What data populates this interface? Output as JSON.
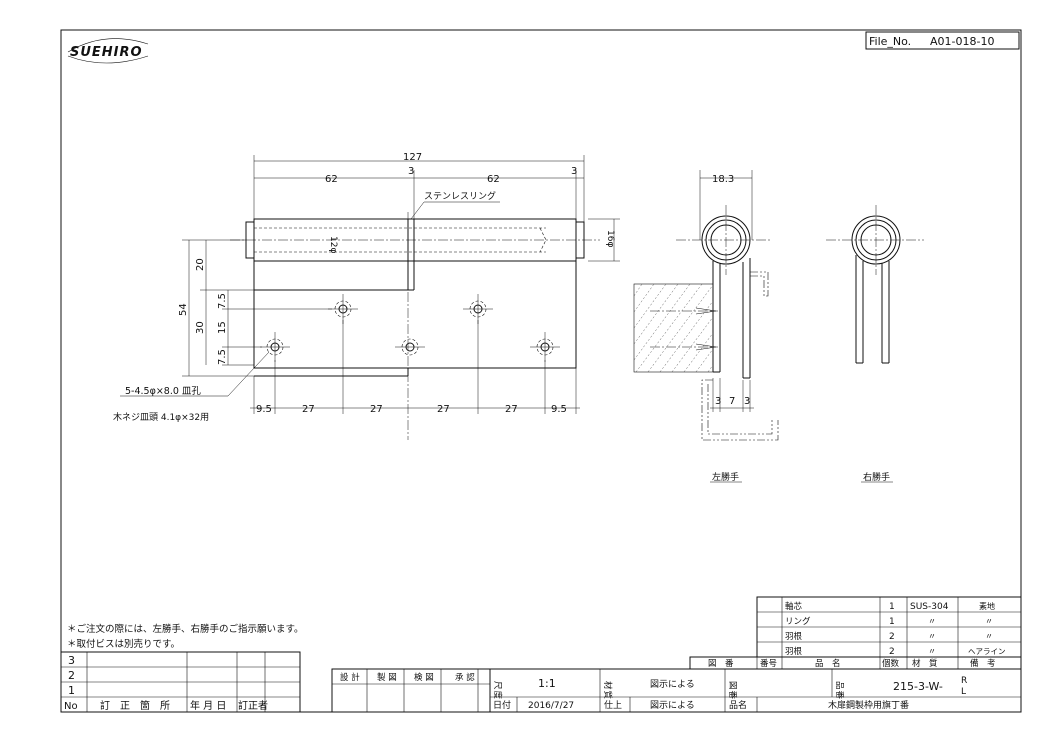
{
  "header": {
    "logo": "SUEHIRO",
    "file_label": "File_No.",
    "file_no": "A01-018-10"
  },
  "drawing": {
    "ring_note": "ステンレスリング",
    "dims": {
      "total": "127",
      "left": "62",
      "gap1": "3",
      "right": "62",
      "gap2": "3",
      "h20": "20",
      "h54": "54",
      "h30": "30",
      "h15": "15",
      "h7a": "7.5",
      "h7b": "7.5",
      "dia12": "12φ",
      "dia16": "16φ",
      "p95a": "9.5",
      "p27a": "27",
      "p27b": "27",
      "p27c": "27",
      "p27d": "27",
      "p95b": "9.5",
      "side_w": "18.3",
      "s3a": "3",
      "s7": "7",
      "s3b": "3"
    },
    "hole_note1": "5-4.5φ×8.0 皿孔",
    "hole_note2": "木ネジ皿頭 4.1φ×32用",
    "view_left": "左勝手",
    "view_right": "右勝手"
  },
  "notes": [
    "＊ご注文の際には、左勝手、右勝手のご指示願います。",
    "＊取付ビスは別売りです。"
  ],
  "revision": {
    "rows": [
      "3",
      "2",
      "1"
    ],
    "headers": [
      "No",
      "訂　正　箇　所",
      "年 月 日",
      "訂正者"
    ]
  },
  "parts": {
    "rows": [
      {
        "name": "軸芯",
        "qty": "1",
        "material": "SUS-304",
        "remark": "素地"
      },
      {
        "name": "リング",
        "qty": "1",
        "material": "〃",
        "remark": "〃"
      },
      {
        "name": "羽根",
        "qty": "2",
        "material": "〃",
        "remark": "〃"
      },
      {
        "name": "羽根",
        "qty": "2",
        "material": "〃",
        "remark": "ヘアライン"
      }
    ],
    "headers": {
      "zuban": "図　番",
      "no": "番号",
      "name": "品　名",
      "qty": "個数",
      "material": "材　質",
      "remark": "備　考"
    }
  },
  "title_block": {
    "stamps": [
      "設 計",
      "製 図",
      "検 図",
      "承 認"
    ],
    "scale_label": "尺度",
    "scale": "1:1",
    "material_label": "材質",
    "material_value": "図示による",
    "drawing_no_label": "図番",
    "product_no_label": "品番",
    "product_no": "215-3-W-",
    "hand_r": "R",
    "hand_l": "L",
    "date_label": "日付",
    "date": "2016/7/27",
    "finish_label": "仕上",
    "finish_value": "図示による",
    "product_name_label": "品名",
    "product_name": "木扉鋼製枠用旗丁番"
  }
}
